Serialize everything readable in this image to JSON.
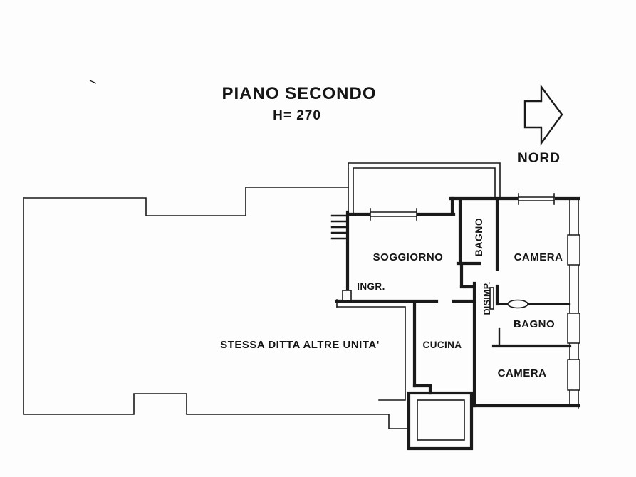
{
  "page": {
    "background": "#fdfdfd",
    "ink": "#1a1a1a",
    "type": "floor-plan-drawing"
  },
  "header": {
    "title": "PIANO SECONDO",
    "height_label": "H= 270"
  },
  "compass": {
    "label": "NORD",
    "icon": "block-arrow-right-icon",
    "direction": "right"
  },
  "rooms": {
    "soggiorno": "SOGGIORNO",
    "ingresso": "INGR.",
    "bagno_nord": "BAGNO",
    "camera_nord": "CAMERA",
    "disimpegno": "DISIMP.",
    "bagno_sud": "BAGNO",
    "camera_sud": "CAMERA",
    "cucina": "CUCINA"
  },
  "adjacent": {
    "other_units": "STESSA DITTA ALTRE UNITA'"
  }
}
